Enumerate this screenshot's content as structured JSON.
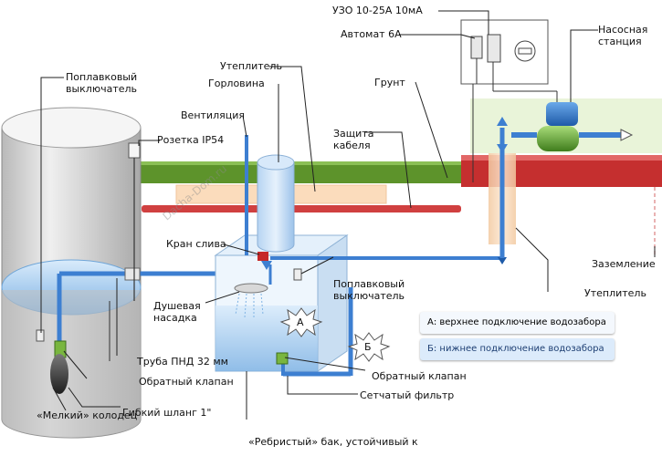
{
  "labels": {
    "uzo": "УЗО 10-25А 10мА",
    "automat": "Автомат 6А",
    "pump_station": "Насосная\nстанция",
    "float_switch_well": "Поплавковый\nвыключатель",
    "insulation_top": "Утеплитель",
    "neck": "Горловина",
    "ground": "Грунт",
    "ventilation": "Вентиляция",
    "socket": "Розетка IP54",
    "cable_protection": "Защита\nкабеля",
    "drain_valve": "Кран слива",
    "grounding": "Заземление",
    "float_switch_tank": "Поплавковый\nвыключатель",
    "insulation_right": "Утеплитель",
    "shower_head": "Душевая\nнасадка",
    "pipe": "Труба ПНД 32 мм",
    "check_valve_well": "Обратный клапан",
    "check_valve_tank": "Обратный клапан",
    "mesh_filter": "Сетчатый фильтр",
    "flex_hose": "Гибкий шланг 1\"",
    "shallow_well": "«Мелкий» колодец",
    "tank": "«Ребристый» бак, устойчивый к"
  },
  "markers": {
    "a": "А",
    "b": "Б"
  },
  "legend": {
    "a": "А: верхнее подключение водозабора",
    "b": "Б: нижнее подключение водозабора"
  },
  "watermark": "Dacha-Dom.ru",
  "colors": {
    "ground_band": "#5b8f2a",
    "red_pipe": "#c83232",
    "insulation": "#f9d7b3",
    "pipe_blue": "#3d7fd1",
    "water": "#9ec6ec",
    "pump_green": "#6dae3e",
    "ground_zone": "#e8f3d8"
  }
}
